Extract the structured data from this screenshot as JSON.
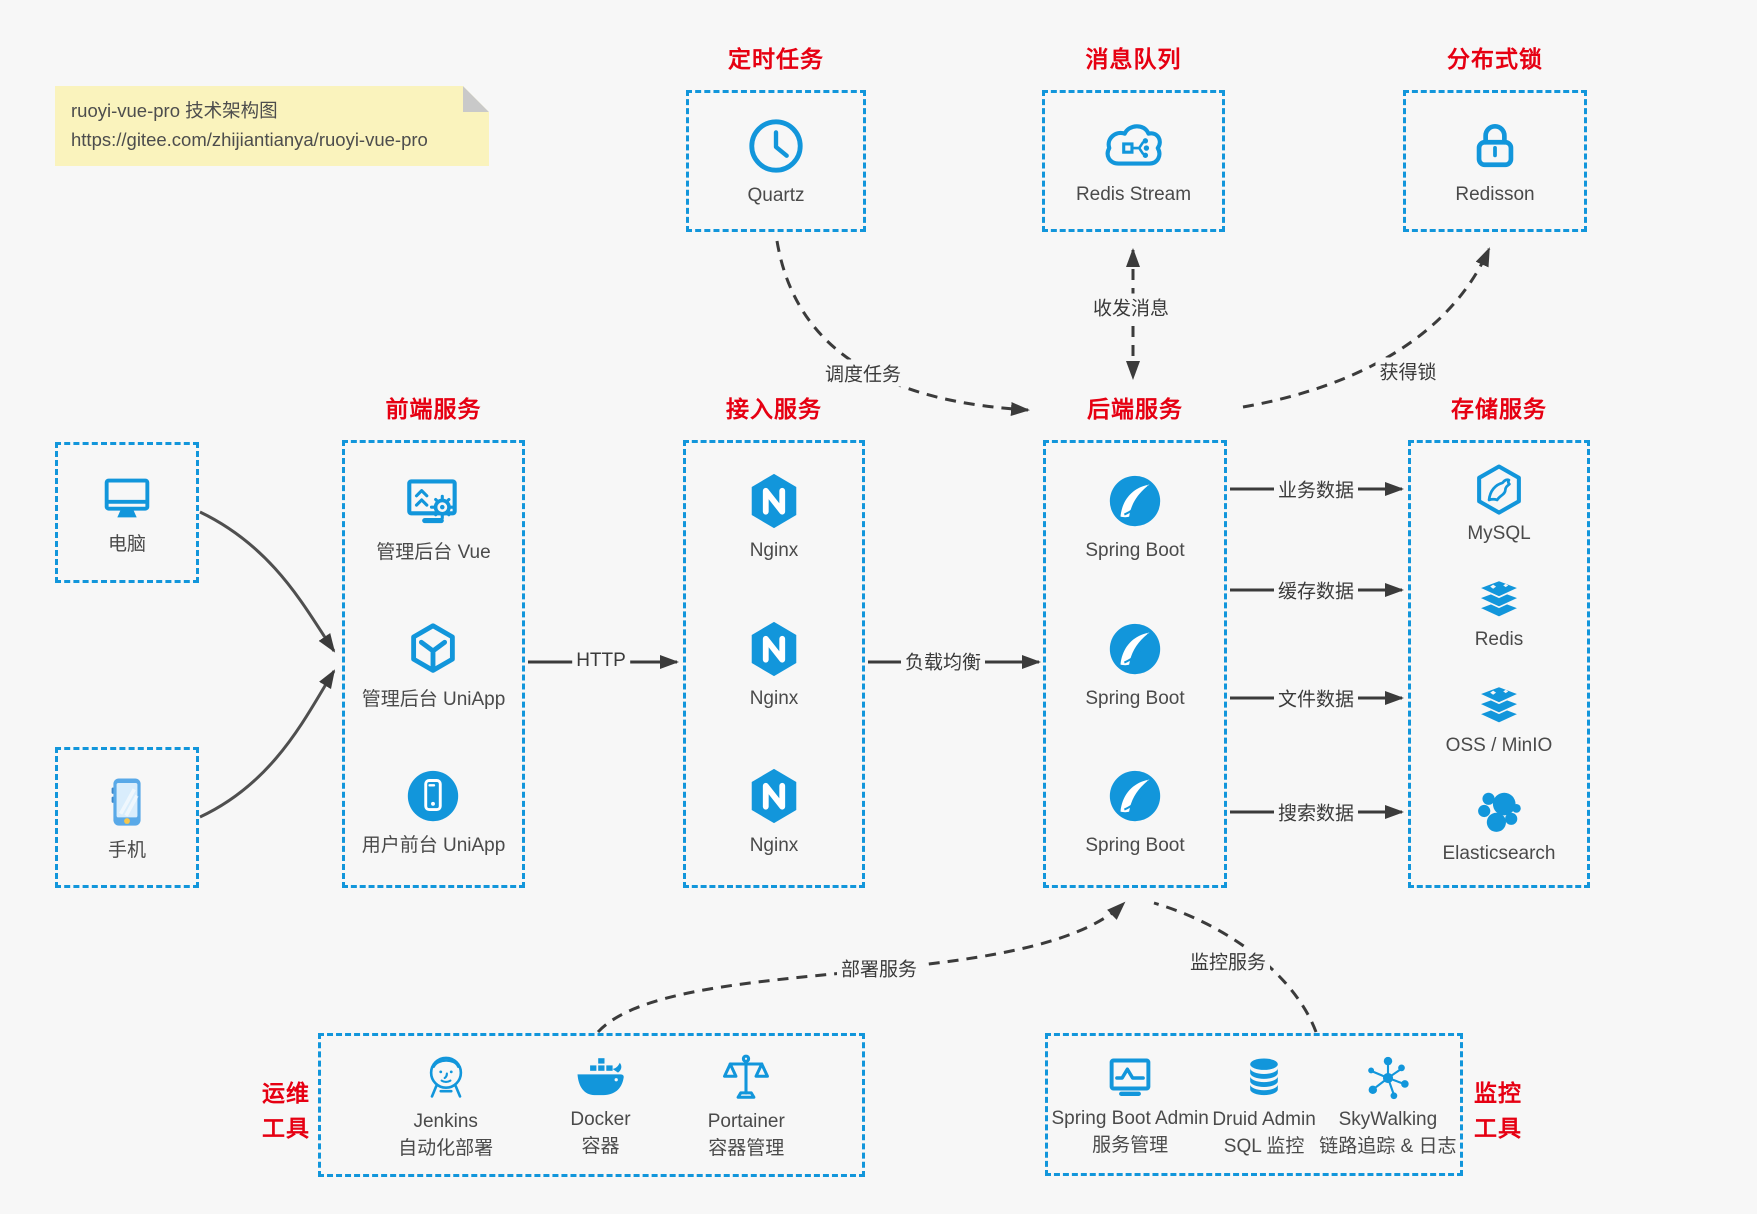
{
  "note": {
    "title": "ruoyi-vue-pro 技术架构图",
    "url": "https://gitee.com/zhijiantianya/ruoyi-vue-pro"
  },
  "top_groups": [
    {
      "title": "定时任务",
      "item": {
        "icon": "clock-icon",
        "label": "Quartz"
      }
    },
    {
      "title": "消息队列",
      "item": {
        "icon": "cloud-stream-icon",
        "label": "Redis Stream"
      }
    },
    {
      "title": "分布式锁",
      "item": {
        "icon": "lock-icon",
        "label": "Redisson"
      }
    }
  ],
  "clients": [
    {
      "icon": "desktop-icon",
      "label": "电脑"
    },
    {
      "icon": "mobile-icon",
      "label": "手机"
    }
  ],
  "service_groups": [
    {
      "title": "前端服务",
      "items": [
        {
          "icon": "admin-vue-icon",
          "label": "管理后台 Vue"
        },
        {
          "icon": "uniapp-cube-icon",
          "label": "管理后台 UniApp"
        },
        {
          "icon": "user-uniapp-icon",
          "label": "用户前台 UniApp"
        }
      ]
    },
    {
      "title": "接入服务",
      "items": [
        {
          "icon": "nginx-icon",
          "label": "Nginx"
        },
        {
          "icon": "nginx-icon",
          "label": "Nginx"
        },
        {
          "icon": "nginx-icon",
          "label": "Nginx"
        }
      ]
    },
    {
      "title": "后端服务",
      "items": [
        {
          "icon": "spring-boot-icon",
          "label": "Spring Boot"
        },
        {
          "icon": "spring-boot-icon",
          "label": "Spring Boot"
        },
        {
          "icon": "spring-boot-icon",
          "label": "Spring Boot"
        }
      ]
    },
    {
      "title": "存储服务",
      "items": [
        {
          "icon": "mysql-icon",
          "label": "MySQL"
        },
        {
          "icon": "redis-stack-icon",
          "label": "Redis"
        },
        {
          "icon": "storage-stack-icon",
          "label": "OSS / MinIO"
        },
        {
          "icon": "elasticsearch-icon",
          "label": "Elasticsearch"
        }
      ]
    }
  ],
  "bottom_groups": [
    {
      "title_line1": "运维",
      "title_line2": "工具",
      "items": [
        {
          "icon": "jenkins-icon",
          "label": "Jenkins",
          "sub": "自动化部署"
        },
        {
          "icon": "docker-icon",
          "label": "Docker",
          "sub": "容器"
        },
        {
          "icon": "portainer-icon",
          "label": "Portainer",
          "sub": "容器管理"
        }
      ]
    },
    {
      "title_line1": "监控",
      "title_line2": "工具",
      "items": [
        {
          "icon": "spring-boot-admin-icon",
          "label": "Spring Boot Admin",
          "sub": "服务管理"
        },
        {
          "icon": "druid-icon",
          "label": "Druid Admin",
          "sub": "SQL 监控"
        },
        {
          "icon": "skywalking-icon",
          "label": "SkyWalking",
          "sub": "链路追踪 & 日志"
        }
      ]
    }
  ],
  "edges": {
    "http": "HTTP",
    "load_balance": "负载均衡",
    "business_data": "业务数据",
    "cache_data": "缓存数据",
    "file_data": "文件数据",
    "search_data": "搜索数据",
    "schedule_task": "调度任务",
    "send_receive_message": "收发消息",
    "acquire_lock": "获得锁",
    "deploy_service": "部署服务",
    "monitor_service": "监控服务"
  },
  "colors": {
    "accent_blue": "#1296db",
    "title_red": "#e60012",
    "note_yellow": "#faf3bd",
    "arrow_dark": "#3b3b3b",
    "background": "#f7f7f7"
  }
}
